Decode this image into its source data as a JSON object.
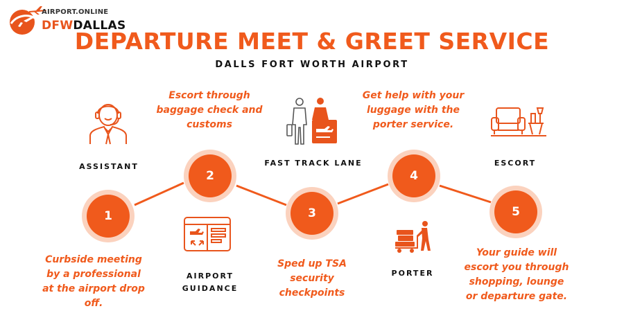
{
  "logo": {
    "top_text": "AIRPORT.ONLINE",
    "dfw": "DFW",
    "dallas": "DALLAS"
  },
  "title": "DEPARTURE MEET & GREET SERVICE",
  "subtitle": "DALLS FORT WORTH AIRPORT",
  "colors": {
    "accent": "#f05a1c",
    "halo": "#fbd2be",
    "text": "#111111"
  },
  "steps": [
    {
      "number": "1",
      "description": [
        "Curbside meeting",
        "by a professional",
        "at the airport drop",
        "off."
      ]
    },
    {
      "number": "2",
      "description": [
        "Escort through",
        "baggage check and",
        "customs"
      ]
    },
    {
      "number": "3",
      "description": [
        "Sped up TSA",
        "security",
        "checkpoints"
      ]
    },
    {
      "number": "4",
      "description": [
        "Get help with your",
        "luggage with the",
        "porter service."
      ]
    },
    {
      "number": "5",
      "description": [
        "Your guide will",
        "escort you through",
        "shopping, lounge",
        "or departure gate."
      ]
    }
  ],
  "icon_labels": {
    "assistant": "ASSISTANT",
    "airport_guidance": [
      "AIRPORT",
      "GUIDANCE"
    ],
    "fast_track": "FAST TRACK LANE",
    "porter": "PORTER",
    "escort": "ESCORT"
  },
  "icons": [
    "assistant-icon",
    "airport-guidance-icon",
    "fast-track-lane-icon",
    "porter-icon",
    "escort-icon"
  ]
}
